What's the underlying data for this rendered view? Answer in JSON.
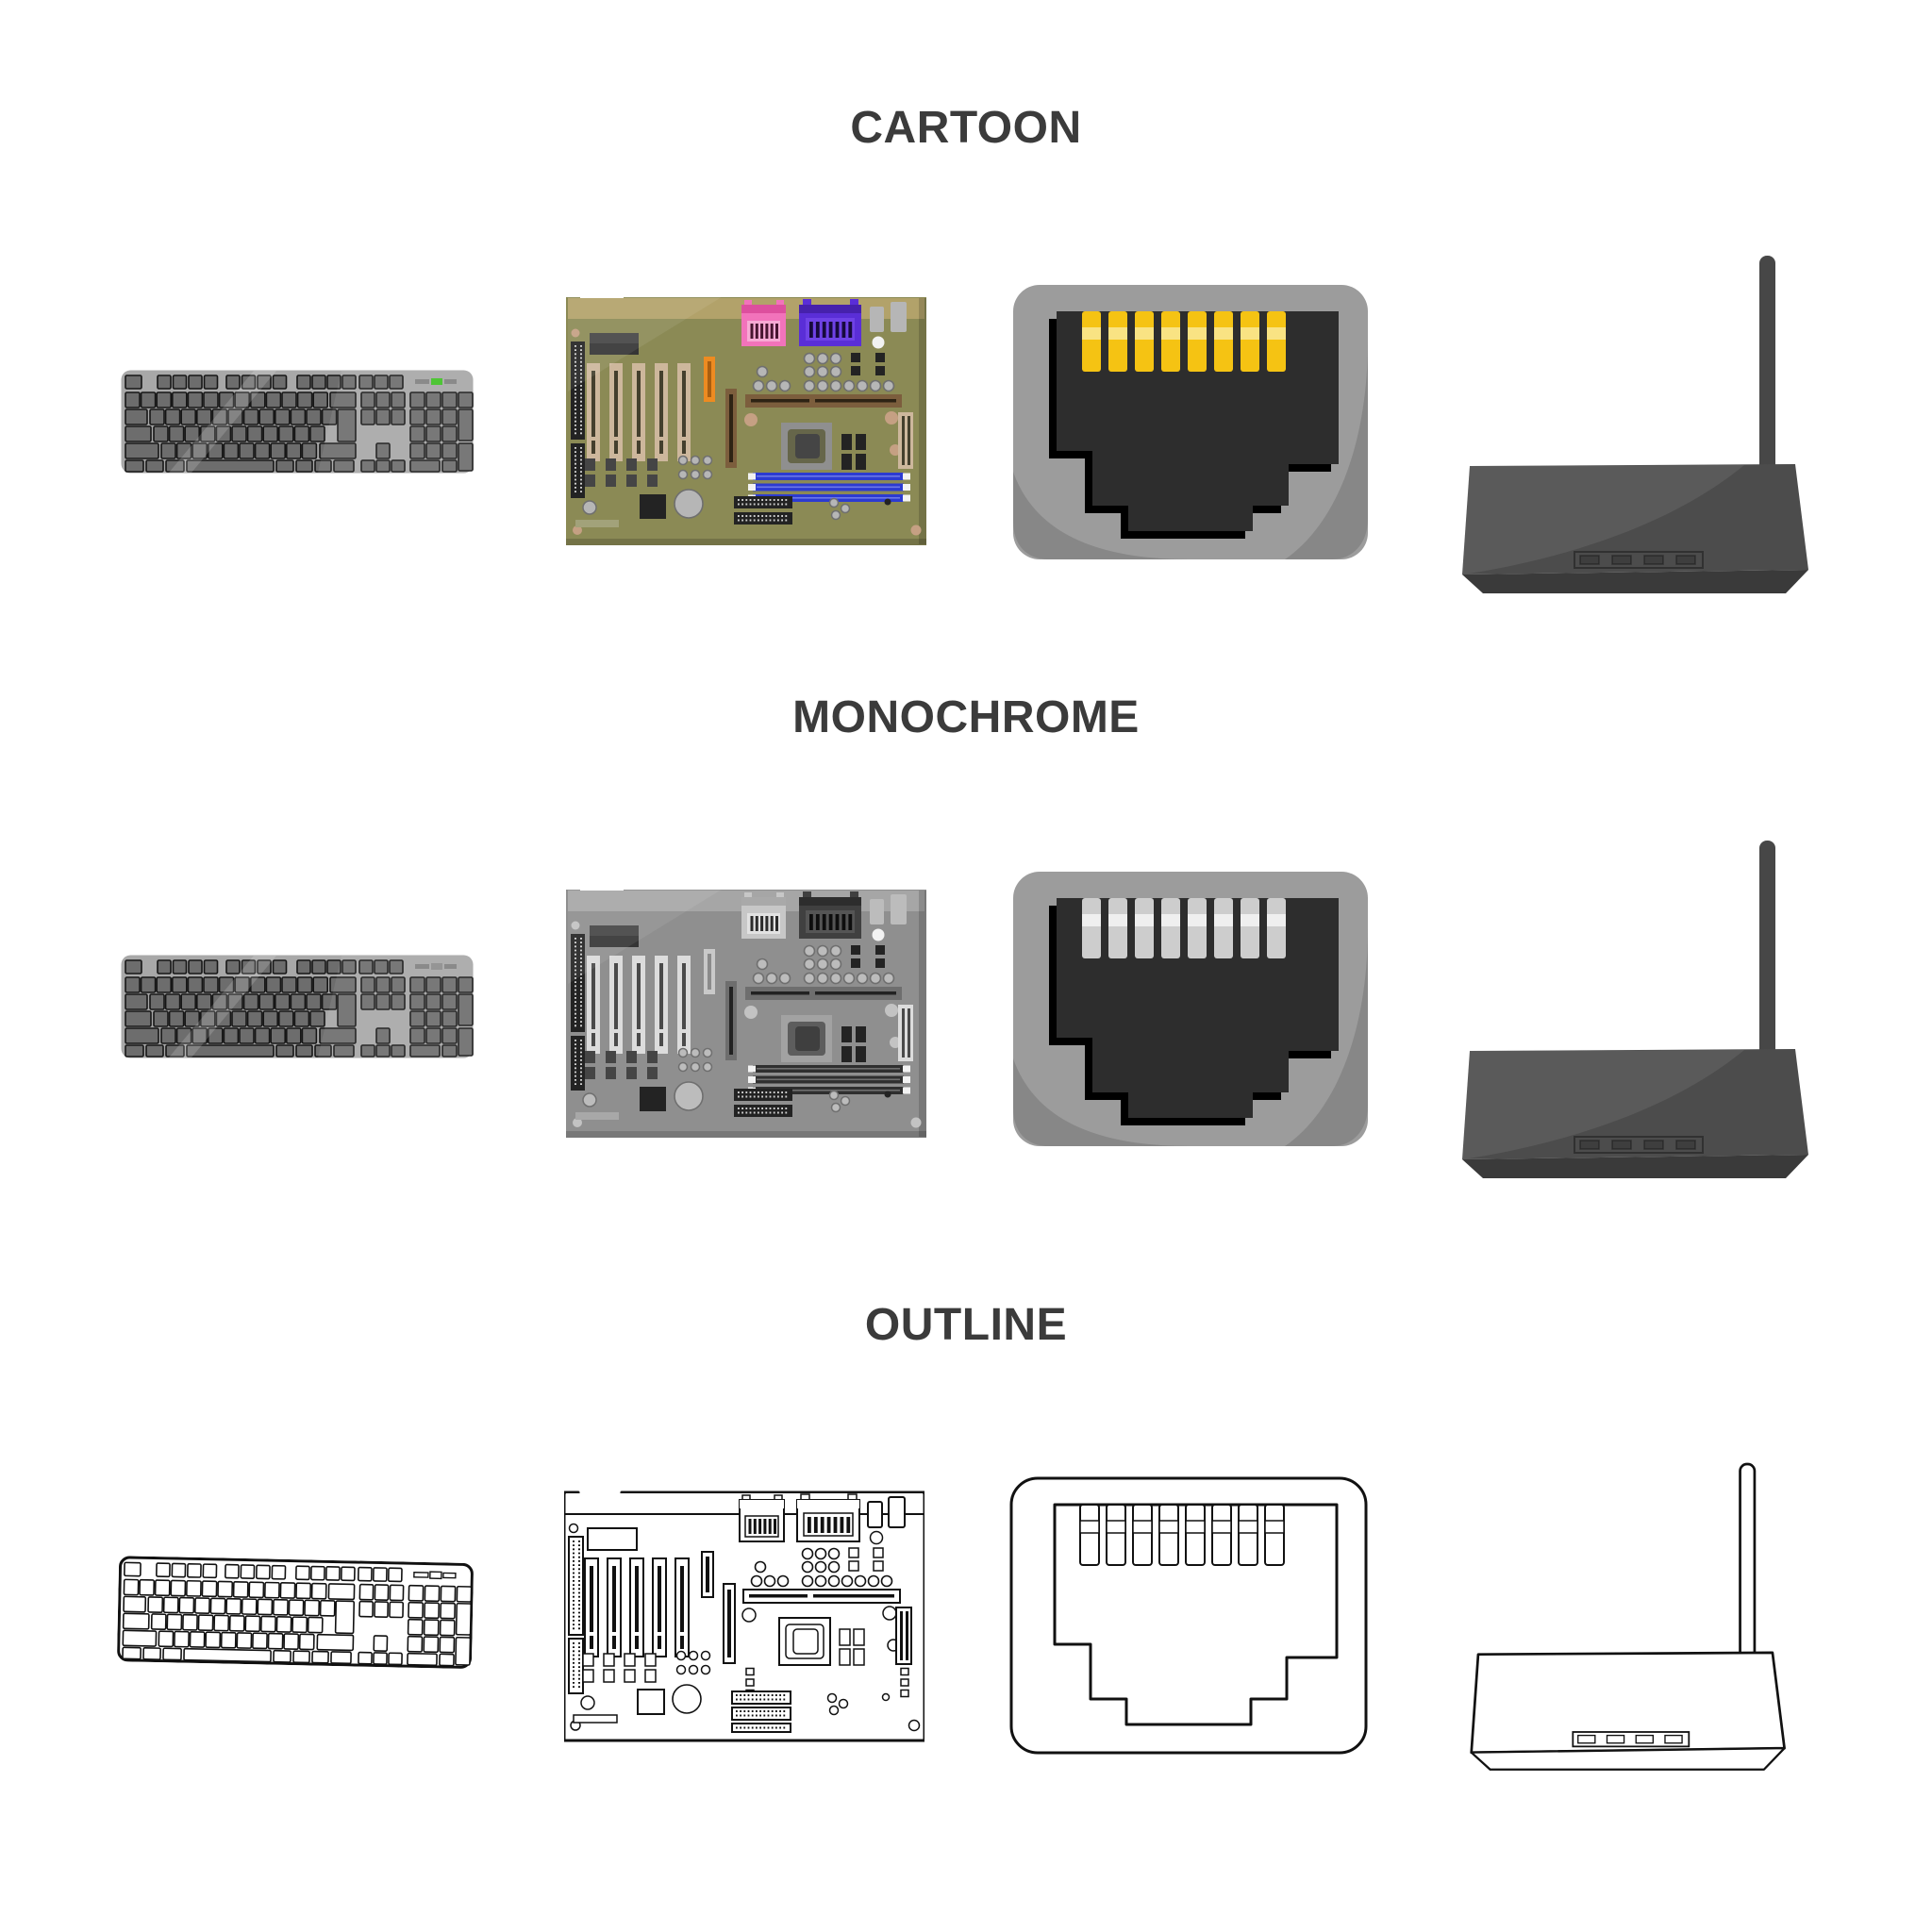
{
  "page": {
    "background": "#ffffff"
  },
  "sections": [
    {
      "id": "cartoon",
      "title": "CARTOON",
      "icons": [
        "keyboard",
        "motherboard",
        "network-connector",
        "router"
      ]
    },
    {
      "id": "monochrome",
      "title": "MONOCHROME",
      "icons": [
        "keyboard",
        "motherboard",
        "network-connector",
        "router"
      ]
    },
    {
      "id": "outline",
      "title": "OUTLINE",
      "icons": [
        "keyboard",
        "motherboard",
        "network-connector",
        "router"
      ]
    }
  ],
  "palette": {
    "title_text": "#3b3b3b",
    "keyboard_body_gray": "#a8a8a8",
    "keyboard_key_gray": "#6d6d6d",
    "keyboard_led_green": "#3fc024",
    "pcb_olive": "#8b8a55",
    "expansion_slot_tan": "#cdb79c",
    "slot_orange": "#ed8b21",
    "agp_brown": "#7c5e3d",
    "audio_port_pink": "#f273bb",
    "video_port_purple": "#5a2ed7",
    "ram_blue": "#2c3bd1",
    "rj45_frame_gray": "#9c9c9c",
    "rj45_port_dark": "#2d2d2d",
    "rj45_pin_gold": "#f5c313",
    "rj45_pin_silver": "#cdcdcd",
    "router_body_gray": "#4c4c4c",
    "outline_stroke": "#111111"
  }
}
